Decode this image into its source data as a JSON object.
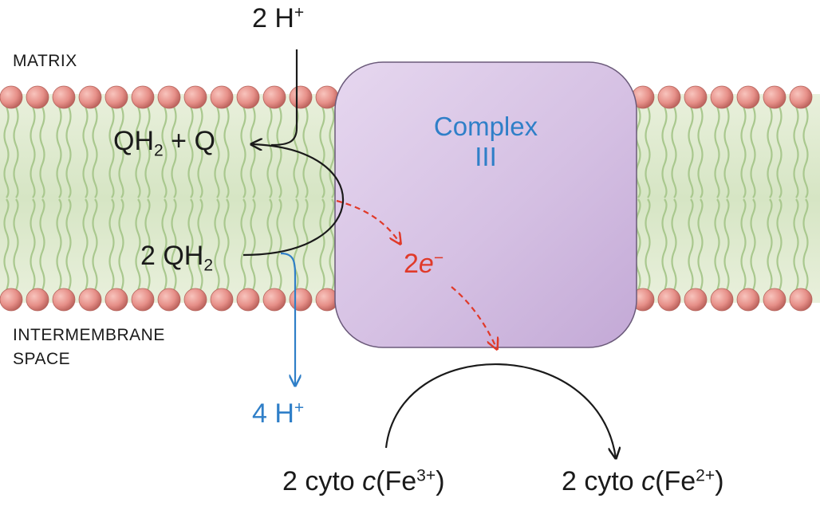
{
  "regions": {
    "matrix": "MATRIX",
    "intermembrane_line1": "INTERMEMBRANE",
    "intermembrane_line2": "SPACE"
  },
  "complex": {
    "line1": "Complex",
    "line2": "III"
  },
  "top_protons": {
    "coef": "2 H",
    "charge": "+"
  },
  "bottom_protons": {
    "coef": "4 H",
    "charge": "+"
  },
  "product_quinones": {
    "qh": "QH",
    "sub": "2",
    "rest": " + Q"
  },
  "reactant_quinol": {
    "coef": "2 QH",
    "sub": "2"
  },
  "electrons": {
    "coef": "2",
    "e": "e",
    "charge": "−"
  },
  "cyto_oxidized": {
    "prefix": "2 cyto ",
    "c": "c",
    "open": "(Fe",
    "charge": "3+",
    "close": ")"
  },
  "cyto_reduced": {
    "prefix": "2 cyto ",
    "c": "c",
    "open": "(Fe",
    "charge": "2+",
    "close": ")"
  },
  "colors": {
    "membrane_tail": "#a9c88e",
    "head": "#e7938c",
    "complex_fill": "#d8c4e6",
    "complex_stroke": "#6b5a7a",
    "proton_blue": "#2f7fc8",
    "electron_red": "#e03a2a"
  }
}
